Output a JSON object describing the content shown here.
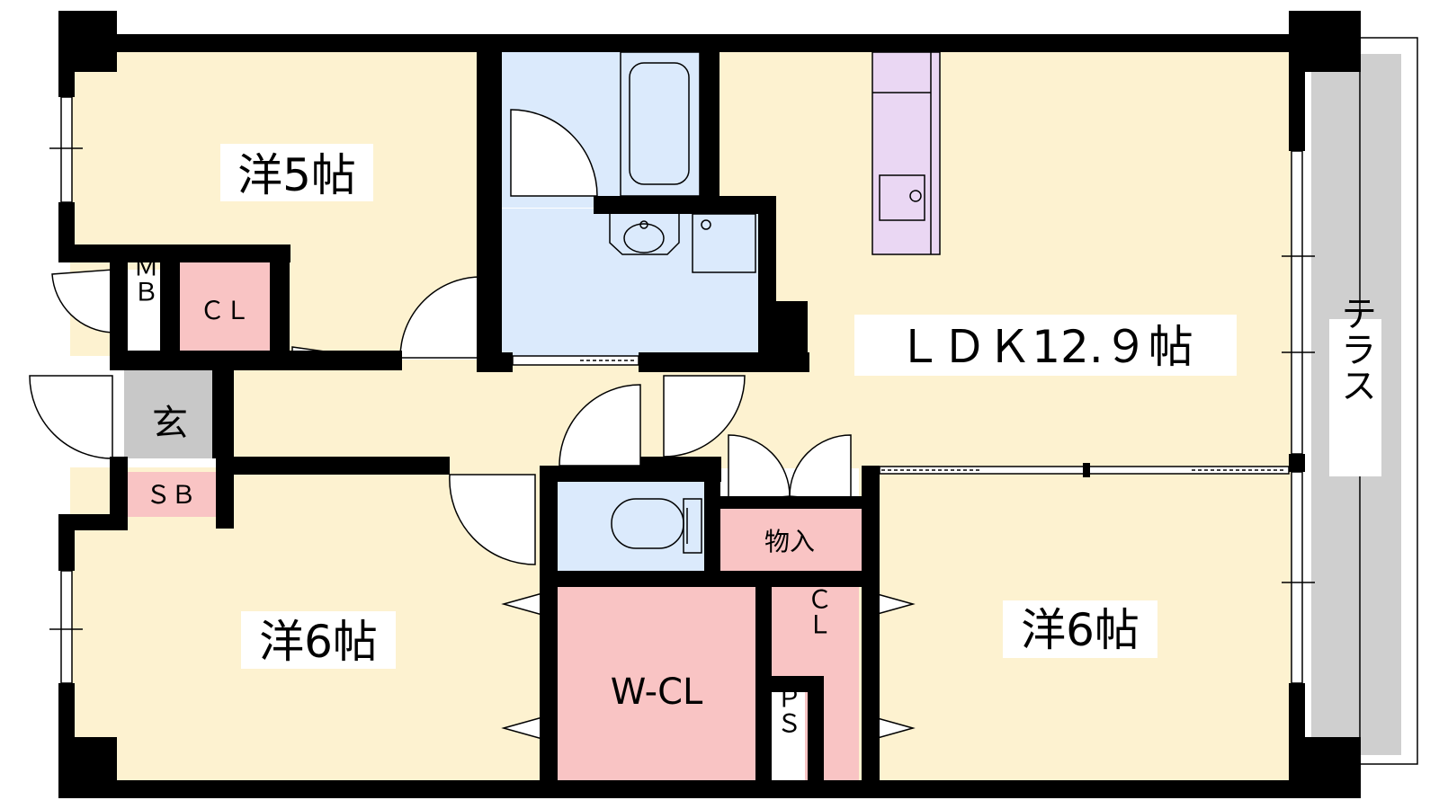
{
  "rooms": {
    "western_5": "洋5帖",
    "western_6_left": "洋6帖",
    "western_6_right": "洋6帖",
    "ldk": "ＬＤＫ12.９帖",
    "terrace": "テラス",
    "entrance": "玄",
    "mb": "ＭＢ",
    "cl_top": "ＣＬ",
    "sb": "ＳＢ",
    "storage": "物入",
    "wcl": "W-CL",
    "cl_right": "ＣＬ",
    "ps": "ＰＳ"
  },
  "colors": {
    "room_cream": "#fdf2d0",
    "wet_blue": "#dbeafc",
    "closet_pink": "#f9c4c4",
    "kitchen_lavender": "#ead7f3",
    "terrace_gray": "#cfcfcf",
    "entrance_gray": "#c8c8c8",
    "wall": "#000000"
  }
}
